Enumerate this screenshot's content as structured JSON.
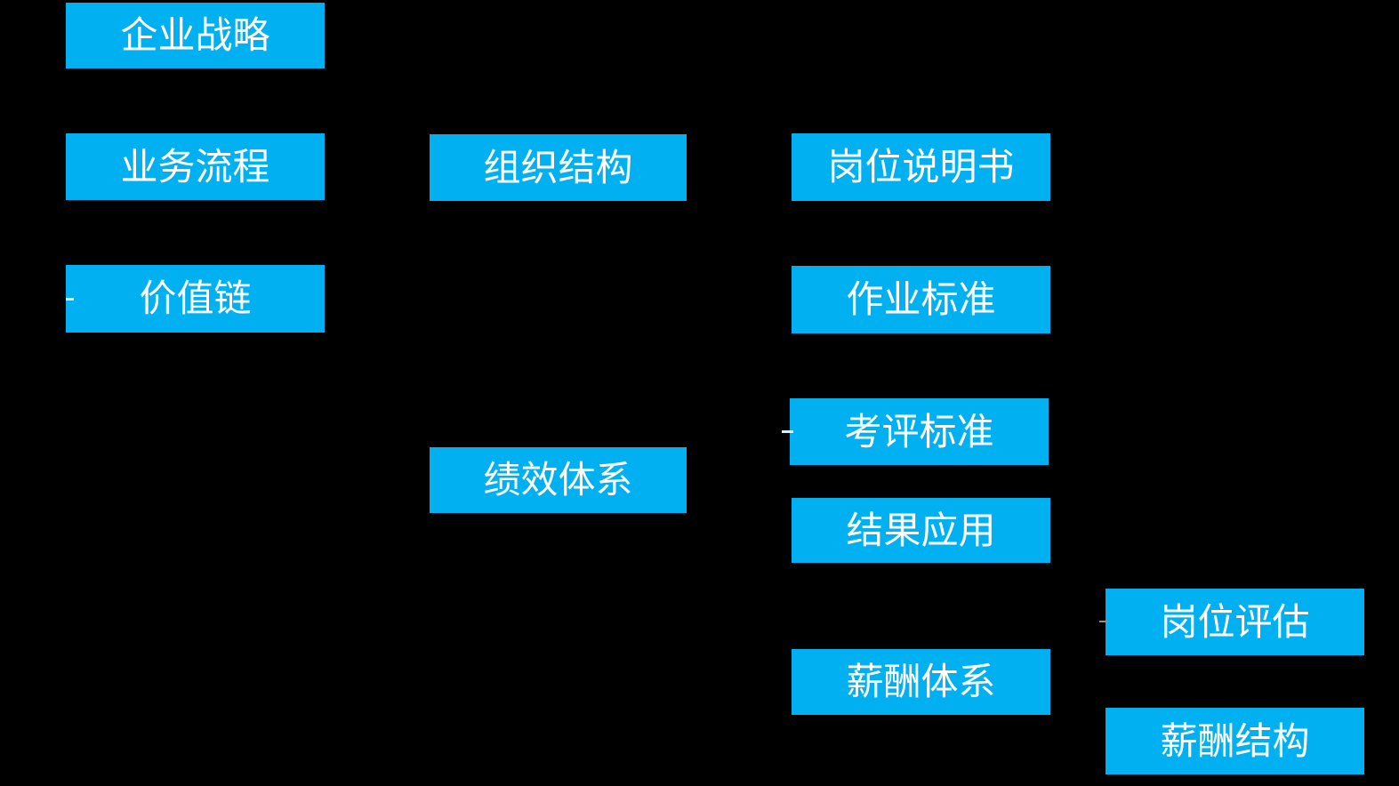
{
  "diagram": {
    "colors": {
      "background": "#000000",
      "box_fill": "#00b0f0",
      "box_text": "#ffffff"
    },
    "boxes": [
      {
        "id": "enterprise-strategy",
        "label": "企业战略"
      },
      {
        "id": "business-process",
        "label": "业务流程"
      },
      {
        "id": "value-chain",
        "label": "价值链"
      },
      {
        "id": "organization-structure",
        "label": "组织结构"
      },
      {
        "id": "job-description",
        "label": "岗位说明书"
      },
      {
        "id": "work-standard",
        "label": "作业标准"
      },
      {
        "id": "appraisal-standard",
        "label": "考评标准"
      },
      {
        "id": "performance-system",
        "label": "绩效体系"
      },
      {
        "id": "result-application",
        "label": "结果应用"
      },
      {
        "id": "compensation-system",
        "label": "薪酬体系"
      },
      {
        "id": "job-evaluation",
        "label": "岗位评估"
      },
      {
        "id": "compensation-structure",
        "label": "薪酬结构"
      }
    ]
  }
}
